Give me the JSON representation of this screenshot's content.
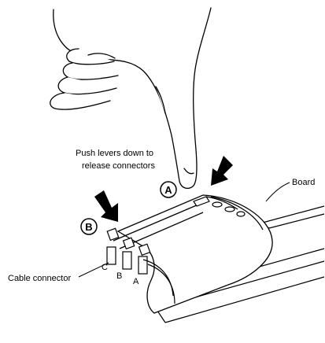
{
  "instruction": {
    "line1": "Push levers down to",
    "line2": "release connectors"
  },
  "labels": {
    "board": "Board",
    "cable_connector": "Cable connector",
    "callout_a": "A",
    "callout_b": "B",
    "connector_c": "C",
    "connector_b": "B",
    "connector_a": "A"
  },
  "colors": {
    "ink": "#000000",
    "paper": "#ffffff"
  }
}
